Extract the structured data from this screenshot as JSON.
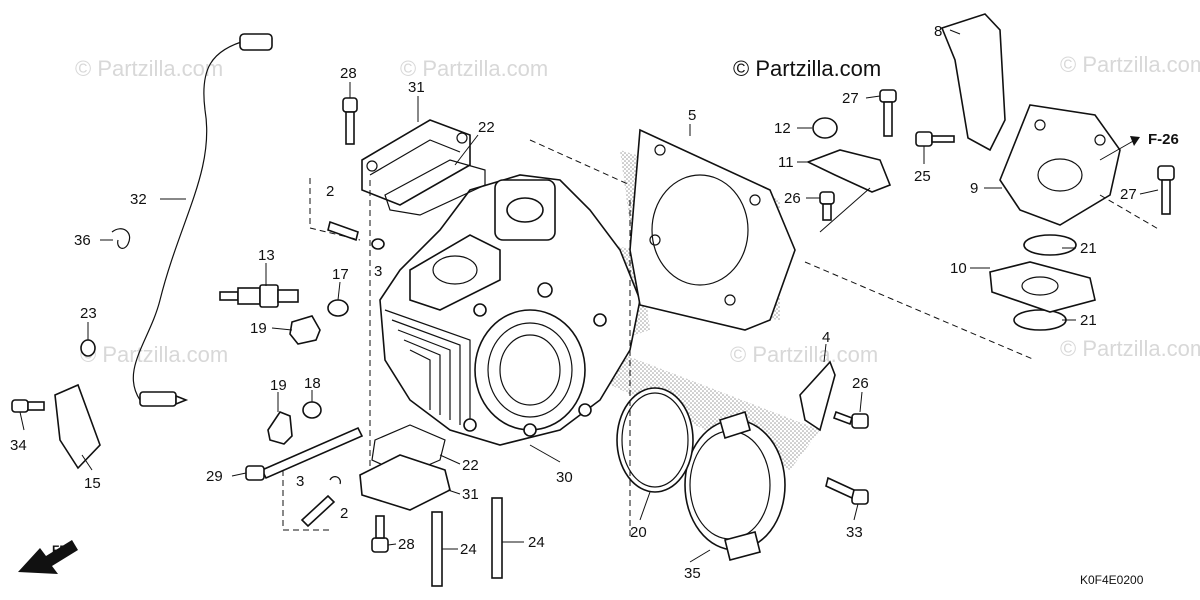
{
  "copyright": "© Partzilla.com",
  "watermark": "© Partzilla.com",
  "diagram_code": "K0F4E0200",
  "front_arrow": "FR.",
  "reference": "F-26",
  "callouts": {
    "c1": "28",
    "c2": "31",
    "c3": "22",
    "c4": "32",
    "c5": "2",
    "c6": "3",
    "c7": "36",
    "c8": "13",
    "c9": "17",
    "c10": "19",
    "c11": "23",
    "c12": "19",
    "c13": "18",
    "c14": "34",
    "c15": "15",
    "c16": "29",
    "c17": "22",
    "c18": "3",
    "c19": "31",
    "c20": "2",
    "c21": "28",
    "c22": "24",
    "c23": "24",
    "c24": "30",
    "c25": "20",
    "c26": "35",
    "c27": "5",
    "c28": "12",
    "c29": "11",
    "c30": "26",
    "c31": "27",
    "c32": "4",
    "c33": "26",
    "c34": "33",
    "c35": "8",
    "c36": "25",
    "c37": "9",
    "c38": "27",
    "c39": "21",
    "c40": "10",
    "c41": "21"
  }
}
